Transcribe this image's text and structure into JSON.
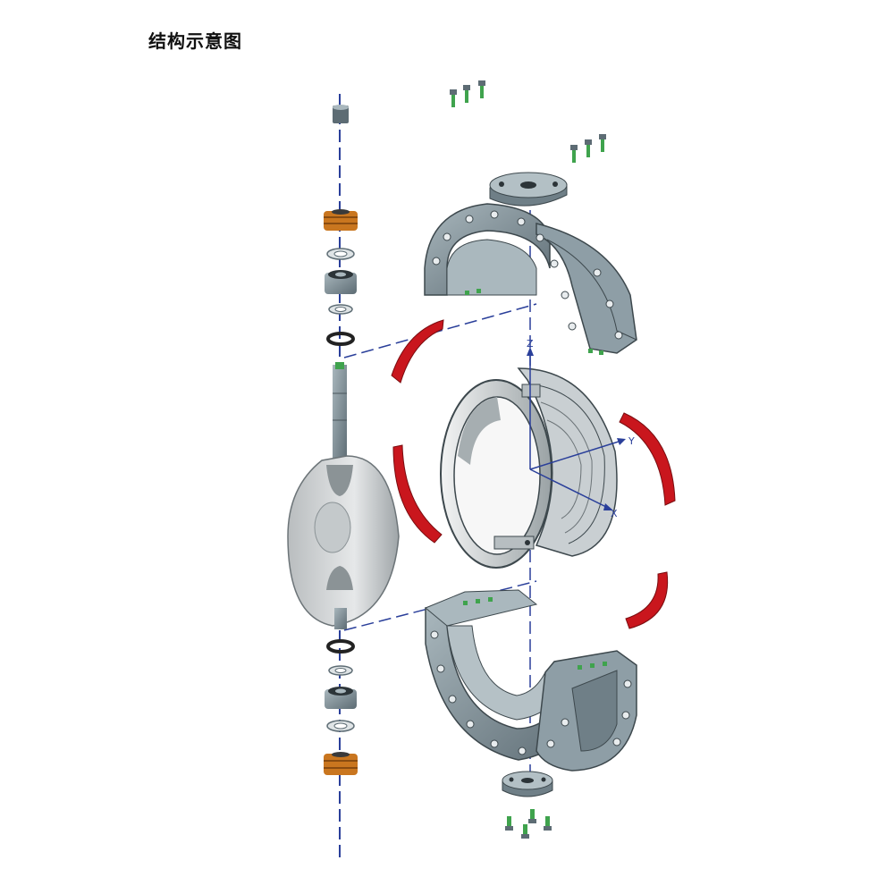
{
  "title": "结构示意图",
  "axes": {
    "x": "X",
    "y": "Y",
    "z": "Z"
  },
  "colors": {
    "steel": "#8e9ea6",
    "steel_dark": "#5d6c74",
    "steel_light": "#c8d1d5",
    "seal_red": "#c9161d",
    "bearing_orange": "#c9761f",
    "bolt_green": "#3fa34d",
    "axis_blue": "#2a3f9a"
  },
  "icons": [
    "bolt-icon",
    "bearing-icon",
    "washer-icon",
    "flange-icon"
  ]
}
